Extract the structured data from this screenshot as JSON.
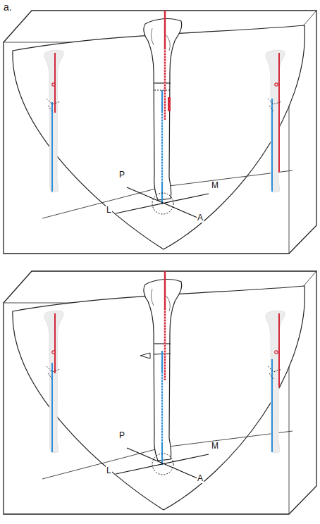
{
  "diagram": {
    "labels": [
      "a.",
      "P",
      "M",
      "L",
      "A",
      "P",
      "M",
      "L",
      "A"
    ]
  }
}
